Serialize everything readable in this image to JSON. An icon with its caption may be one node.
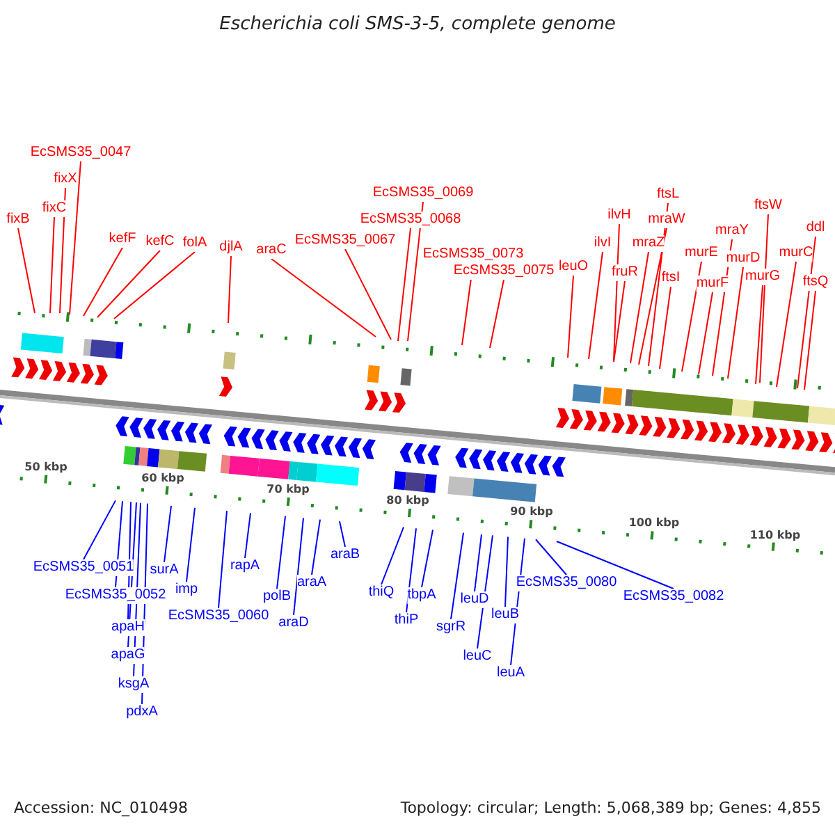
{
  "diagram": {
    "title": "Escherichia coli SMS-3-5, complete genome",
    "nodes": [
      {
        "text": [
          "fixB"
        ]
      },
      {
        "text": [
          "fixC"
        ]
      },
      {
        "text": [
          "fixX"
        ]
      },
      {
        "text": [
          "EcSMS35_0047"
        ]
      },
      {
        "text": [
          "kefF"
        ]
      },
      {
        "text": [
          "kefC"
        ]
      },
      {
        "text": [
          "folA"
        ]
      },
      {
        "text": [
          "djlA"
        ]
      },
      {
        "text": [
          "araC"
        ]
      },
      {
        "text": [
          "EcSMS35_0067"
        ]
      },
      {
        "text": [
          "EcSMS35_0068"
        ]
      },
      {
        "text": [
          "EcSMS35_0069"
        ]
      },
      {
        "text": [
          "EcSMS35_0073"
        ]
      },
      {
        "text": [
          "EcSMS35_0075"
        ]
      },
      {
        "text": [
          "leuO"
        ]
      },
      {
        "text": [
          "ilvI"
        ]
      },
      {
        "text": [
          "ilvH"
        ]
      },
      {
        "text": [
          "fruR"
        ]
      },
      {
        "text": [
          "mraZ"
        ]
      },
      {
        "text": [
          "mraW"
        ]
      },
      {
        "text": [
          "ftsL"
        ]
      },
      {
        "text": [
          "ftsI"
        ]
      },
      {
        "text": [
          "murE"
        ]
      },
      {
        "text": [
          "murF"
        ]
      },
      {
        "text": [
          "mraY"
        ]
      },
      {
        "text": [
          "murD"
        ]
      },
      {
        "text": [
          "ftsW"
        ]
      },
      {
        "text": [
          "murG"
        ]
      },
      {
        "text": [
          "murC"
        ]
      },
      {
        "text": [
          "ddl"
        ]
      },
      {
        "text": [
          "ftsQ"
        ]
      },
      {
        "text": [
          "EcSMS35_0051"
        ]
      },
      {
        "text": [
          "EcSMS35_0052"
        ]
      },
      {
        "text": [
          "apaH"
        ]
      },
      {
        "text": [
          "apaG"
        ]
      },
      {
        "text": [
          "ksgA"
        ]
      },
      {
        "text": [
          "pdxA"
        ]
      },
      {
        "text": [
          "surA"
        ]
      },
      {
        "text": [
          "imp"
        ]
      },
      {
        "text": [
          "EcSMS35_0060"
        ]
      },
      {
        "text": [
          "rapA"
        ]
      },
      {
        "text": [
          "polB"
        ]
      },
      {
        "text": [
          "araD"
        ]
      },
      {
        "text": [
          "araA"
        ]
      },
      {
        "text": [
          "araB"
        ]
      },
      {
        "text": [
          "thiQ"
        ]
      },
      {
        "text": [
          "thiP"
        ]
      },
      {
        "text": [
          "tbpA"
        ]
      },
      {
        "text": [
          "sgrR"
        ]
      },
      {
        "text": [
          "leuD"
        ]
      },
      {
        "text": [
          "leuC"
        ]
      },
      {
        "text": [
          "leuB"
        ]
      },
      {
        "text": [
          "leuA"
        ]
      },
      {
        "text": [
          "EcSMS35_0080"
        ]
      },
      {
        "text": [
          "EcSMS35_0082"
        ]
      }
    ],
    "edges": [
      {
        "from": 0,
        "to": null,
        "arrow": "none"
      },
      {
        "from": 1,
        "to": null,
        "arrow": "none"
      },
      {
        "from": 2,
        "to": null,
        "arrow": "none"
      },
      {
        "from": 3,
        "to": null,
        "arrow": "none"
      },
      {
        "from": 4,
        "to": null,
        "arrow": "none"
      },
      {
        "from": 5,
        "to": null,
        "arrow": "none"
      },
      {
        "from": 6,
        "to": null,
        "arrow": "none"
      },
      {
        "from": 7,
        "to": null,
        "arrow": "none"
      },
      {
        "from": 8,
        "to": null,
        "arrow": "none"
      },
      {
        "from": 9,
        "to": null,
        "arrow": "none"
      },
      {
        "from": 10,
        "to": null,
        "arrow": "none"
      },
      {
        "from": 11,
        "to": null,
        "arrow": "none"
      },
      {
        "from": 12,
        "to": null,
        "arrow": "none"
      },
      {
        "from": 13,
        "to": null,
        "arrow": "none"
      },
      {
        "from": 14,
        "to": null,
        "arrow": "none"
      },
      {
        "from": 15,
        "to": null,
        "arrow": "none"
      },
      {
        "from": 16,
        "to": null,
        "arrow": "none"
      },
      {
        "from": 17,
        "to": null,
        "arrow": "none"
      },
      {
        "from": 18,
        "to": null,
        "arrow": "none"
      },
      {
        "from": 19,
        "to": null,
        "arrow": "none"
      },
      {
        "from": 20,
        "to": null,
        "arrow": "none"
      },
      {
        "from": 21,
        "to": null,
        "arrow": "none"
      },
      {
        "from": 22,
        "to": null,
        "arrow": "none"
      },
      {
        "from": 23,
        "to": null,
        "arrow": "none"
      },
      {
        "from": 24,
        "to": null,
        "arrow": "none"
      },
      {
        "from": 25,
        "to": null,
        "arrow": "none"
      },
      {
        "from": 26,
        "to": null,
        "arrow": "none"
      },
      {
        "from": 27,
        "to": null,
        "arrow": "none"
      },
      {
        "from": 28,
        "to": null,
        "arrow": "none"
      },
      {
        "from": 29,
        "to": null,
        "arrow": "none"
      },
      {
        "from": 30,
        "to": null,
        "arrow": "none"
      },
      {
        "from": 31,
        "to": null,
        "arrow": "none",
        "color": "#0000ff"
      },
      {
        "from": 32,
        "to": null,
        "arrow": "none",
        "color": "#0000ff"
      },
      {
        "from": 33,
        "to": null,
        "arrow": "none",
        "color": "#0000ff"
      },
      {
        "from": 34,
        "to": null,
        "arrow": "none",
        "color": "#0000ff"
      },
      {
        "from": 35,
        "to": null,
        "arrow": "none",
        "color": "#0000ff"
      },
      {
        "from": 36,
        "to": null,
        "arrow": "none",
        "color": "#0000ff"
      },
      {
        "from": 37,
        "to": null,
        "arrow": "none",
        "color": "#0000ff"
      },
      {
        "from": 38,
        "to": null,
        "arrow": "none",
        "color": "#0000ff"
      },
      {
        "from": 39,
        "to": null,
        "arrow": "none",
        "color": "#0000ff"
      },
      {
        "from": 40,
        "to": null,
        "arrow": "none",
        "color": "#0000ff"
      },
      {
        "from": 41,
        "to": null,
        "arrow": "none",
        "color": "#0000ff"
      },
      {
        "from": 42,
        "to": null,
        "arrow": "none",
        "color": "#0000ff"
      },
      {
        "from": 43,
        "to": null,
        "arrow": "none",
        "color": "#0000ff"
      },
      {
        "from": 44,
        "to": null,
        "arrow": "none",
        "color": "#0000ff"
      },
      {
        "from": 45,
        "to": null,
        "arrow": "none",
        "color": "#0000ff"
      },
      {
        "from": 46,
        "to": null,
        "arrow": "none",
        "color": "#0000ff"
      },
      {
        "from": 47,
        "to": null,
        "arrow": "none",
        "color": "#0000ff"
      },
      {
        "from": 48,
        "to": null,
        "arrow": "none",
        "color": "#0000ff"
      },
      {
        "from": 49,
        "to": null,
        "arrow": "none",
        "color": "#0000ff"
      },
      {
        "from": 50,
        "to": null,
        "arrow": "none",
        "color": "#0000ff"
      },
      {
        "from": 51,
        "to": null,
        "arrow": "none",
        "color": "#0000ff"
      },
      {
        "from": 52,
        "to": null,
        "arrow": "none",
        "color": "#0000ff"
      },
      {
        "from": 53,
        "to": null,
        "arrow": "none",
        "color": "#0000ff"
      },
      {
        "from": 54,
        "to": null,
        "arrow": "none",
        "color": "#0000ff"
      }
    ],
    "labels": [
      "50 kbp",
      "60 kbp",
      "70 kbp",
      "80 kbp",
      "90 kbp",
      "100 kbp",
      "110 kbp",
      "Accession: NC_010498",
      "Topology: circular; Length: 5,068,389 bp; Genes: 4,855"
    ]
  }
}
